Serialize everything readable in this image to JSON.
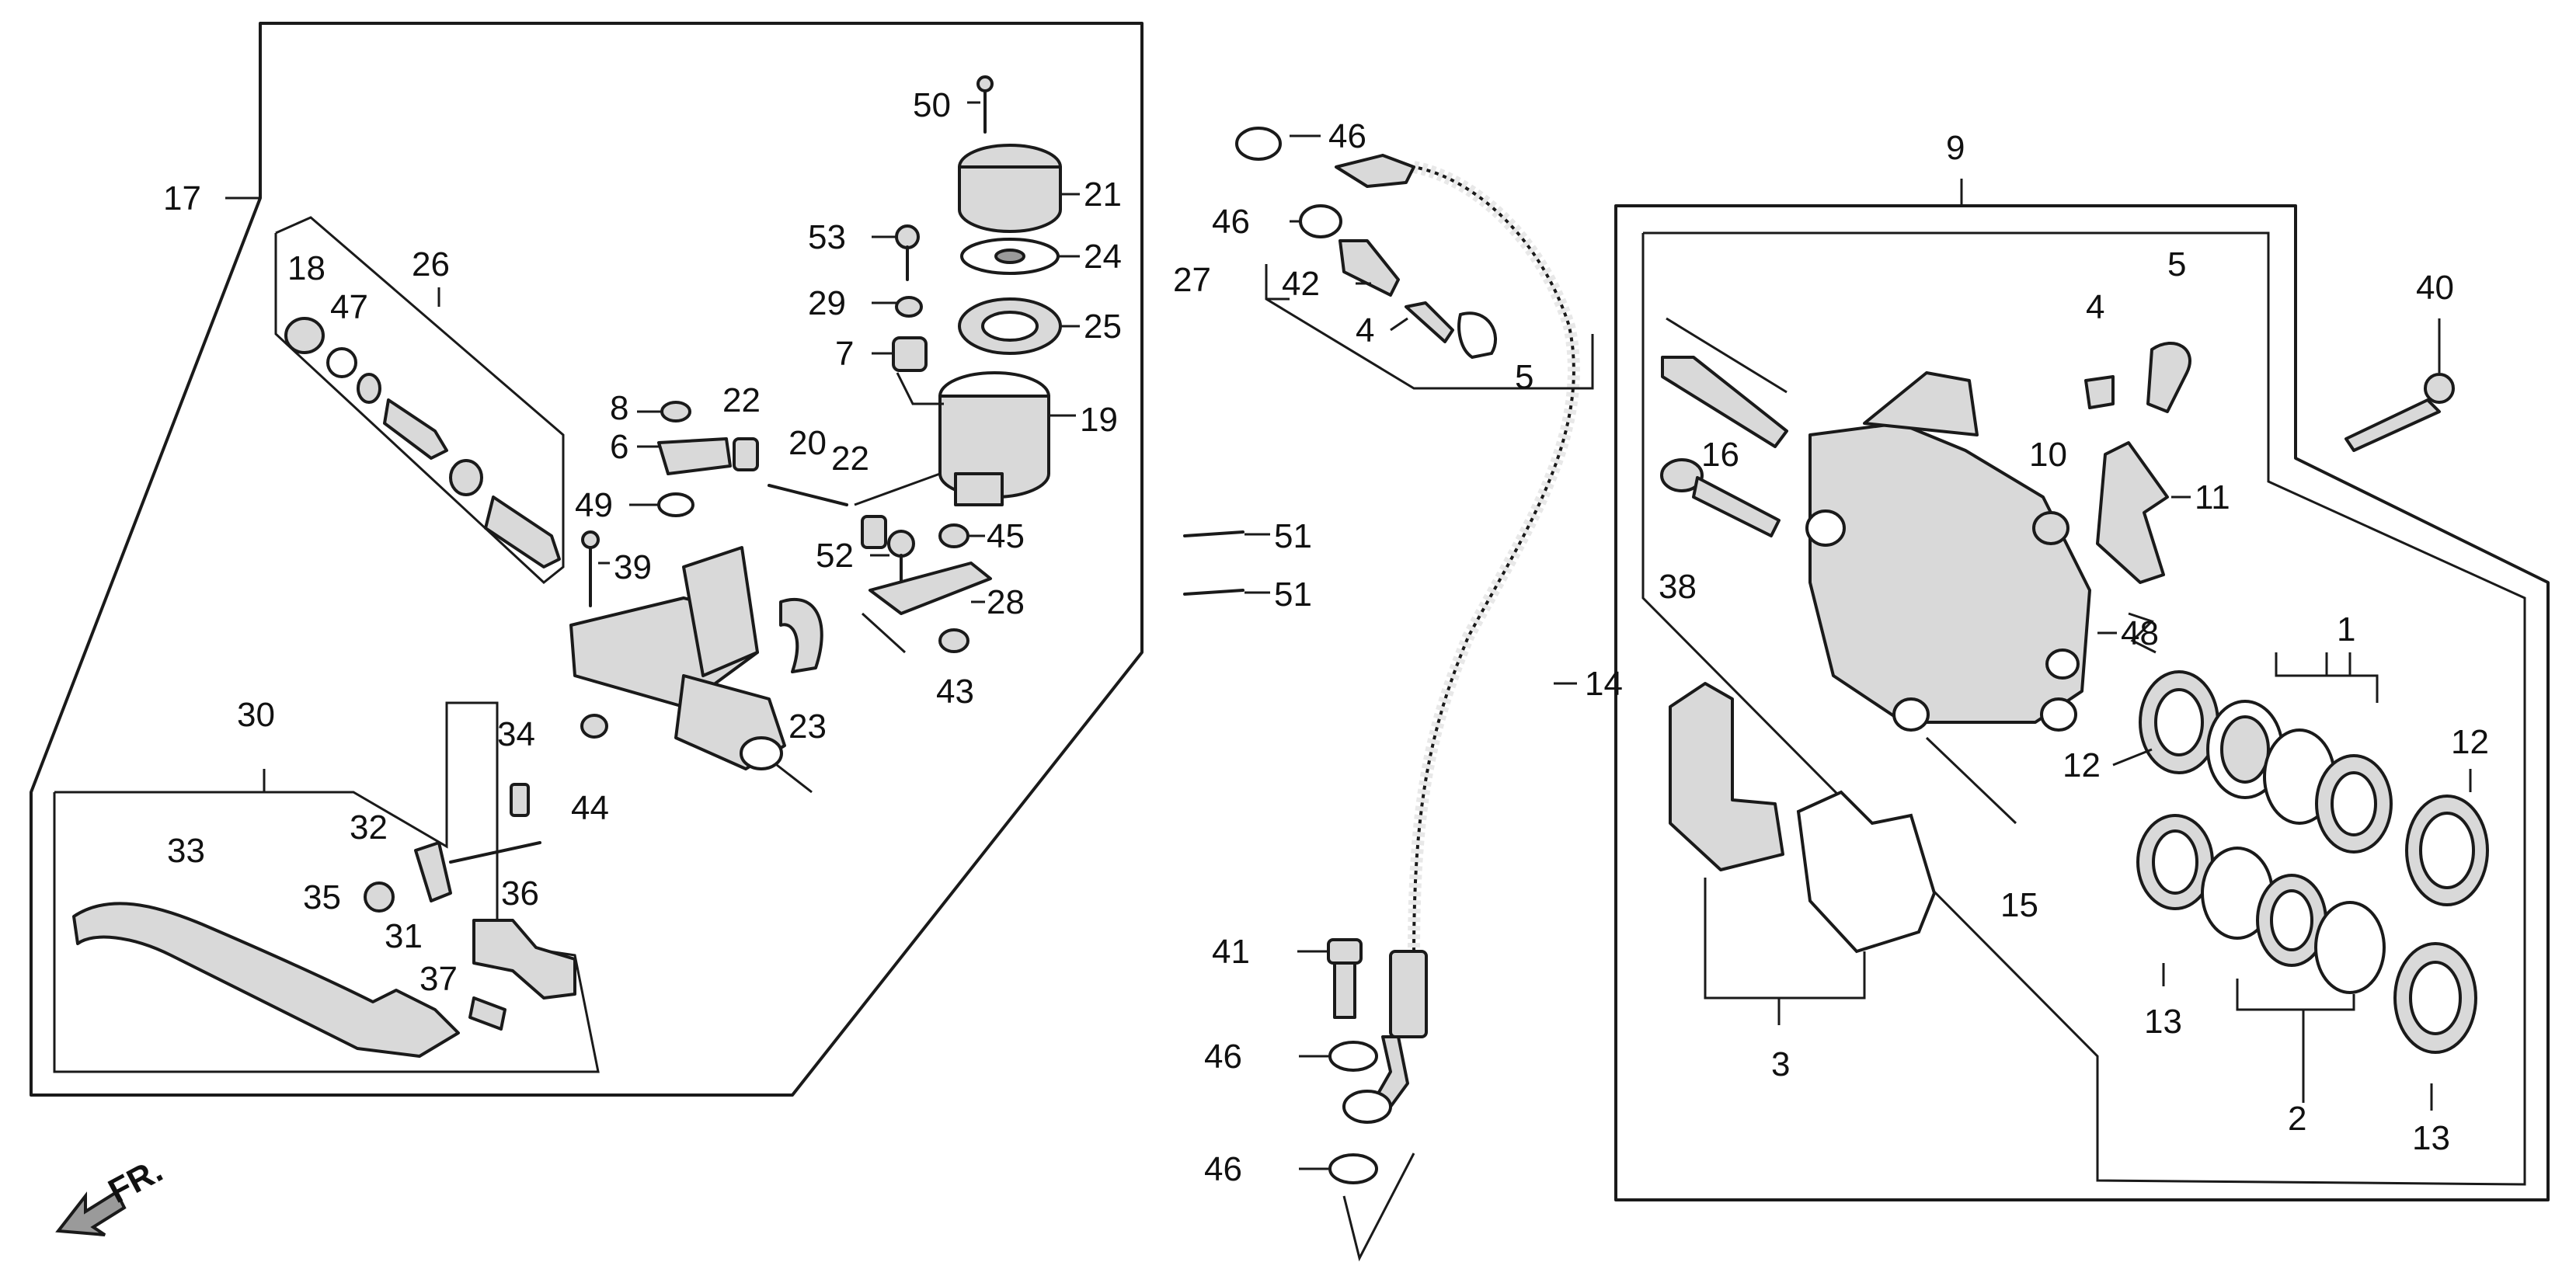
{
  "callouts": {
    "c1": "1",
    "c2": "2",
    "c3": "3",
    "c4a": "4",
    "c4b": "4",
    "c5a": "5",
    "c5b": "5",
    "c6": "6",
    "c7": "7",
    "c8": "8",
    "c9": "9",
    "c10": "10",
    "c11": "11",
    "c12a": "12",
    "c12b": "12",
    "c13a": "13",
    "c13b": "13",
    "c14": "14",
    "c15": "15",
    "c16": "16",
    "c17": "17",
    "c18": "18",
    "c19": "19",
    "c20": "20",
    "c21": "21",
    "c22a": "22",
    "c22b": "22",
    "c23": "23",
    "c24": "24",
    "c25": "25",
    "c26": "26",
    "c27": "27",
    "c28": "28",
    "c29": "29",
    "c30": "30",
    "c31": "31",
    "c32": "32",
    "c33": "33",
    "c34": "34",
    "c35": "35",
    "c36": "36",
    "c37": "37",
    "c38": "38",
    "c39": "39",
    "c40": "40",
    "c41": "41",
    "c42": "42",
    "c43": "43",
    "c44": "44",
    "c45": "45",
    "c46a": "46",
    "c46b": "46",
    "c46c": "46",
    "c46d": "46",
    "c47": "47",
    "c48": "48",
    "c49": "49",
    "c50": "50",
    "c51a": "51",
    "c51b": "51",
    "c52": "52",
    "c53": "53"
  },
  "direction_label": "FR.",
  "colors": {
    "ink": "#1a1a1a",
    "paper": "#ffffff",
    "metal": "#d9d9d9"
  }
}
